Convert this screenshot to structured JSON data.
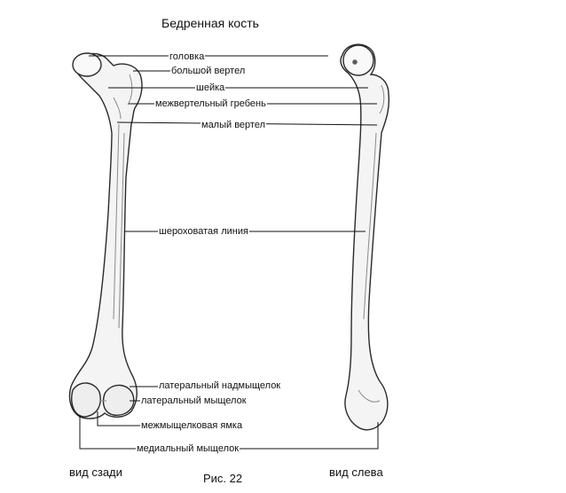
{
  "title": "Бедренная кость",
  "labels": {
    "head": "головка",
    "greater_trochanter": "большой вертел",
    "neck": "шейка",
    "intertrochanteric_crest": "межвертельный гребень",
    "lesser_trochanter": "малый вертел",
    "linea_aspera": "шероховатая линия",
    "lateral_epicondyle": "латеральный надмыщелок",
    "lateral_condyle": "латеральный мыщелок",
    "intercondylar_fossa": "межмыщелковая ямка",
    "medial_condyle": "медиальный мыщелок"
  },
  "captions": {
    "rear_view": "вид сзади",
    "figure": "Рис. 22",
    "left_view": "вид слева"
  },
  "colors": {
    "line": "#111111",
    "bone_fill": "#f4f4f4",
    "bone_stroke": "#2a2a2a",
    "shade": "#8a8a8a"
  }
}
